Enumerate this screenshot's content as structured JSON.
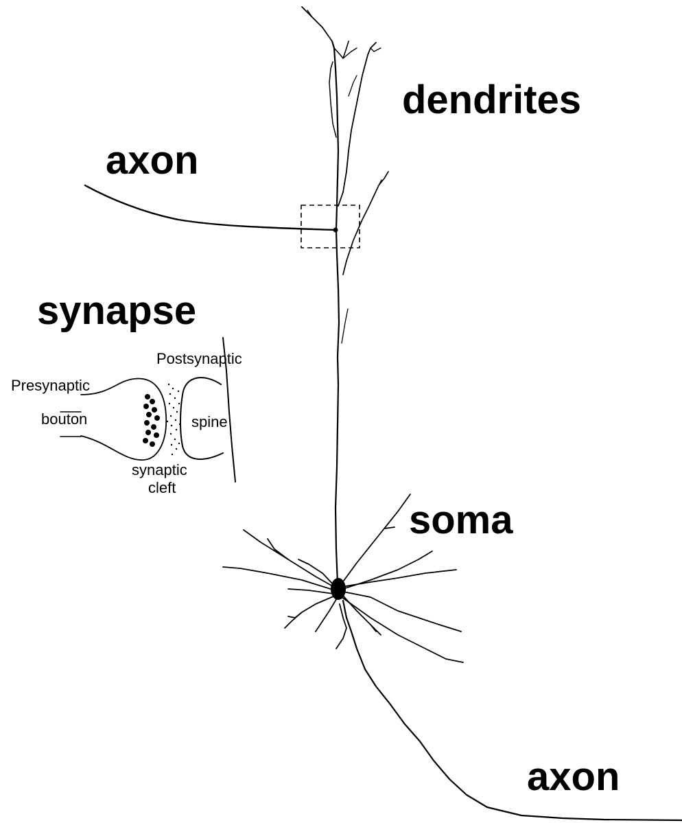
{
  "labels": {
    "dendrites": "dendrites",
    "axon_top": "axon",
    "synapse": "synapse",
    "soma": "soma",
    "axon_bottom": "axon"
  },
  "synapse_inset": {
    "presynaptic": "Presynaptic",
    "bouton": "bouton",
    "postsynaptic": "Postsynaptic",
    "spine": "spine",
    "synaptic": "synaptic",
    "cleft": "cleft"
  }
}
